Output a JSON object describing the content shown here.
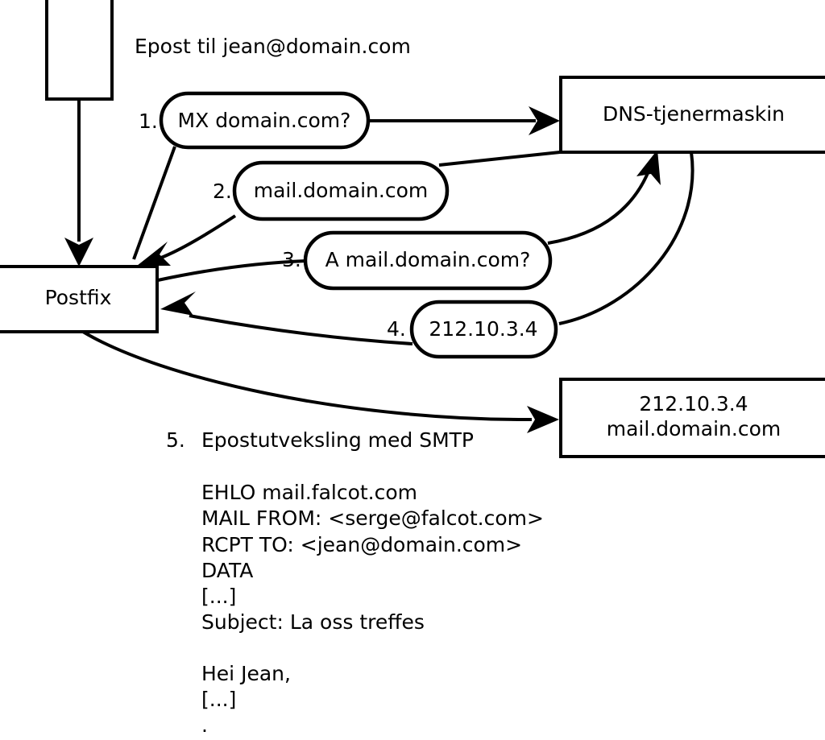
{
  "diagram": {
    "title_caption": "Epost til jean@domain.com",
    "nodes": {
      "client": {
        "label": ""
      },
      "postfix": {
        "label": "Postfix"
      },
      "dns_server": {
        "label": "DNS-tjenermaskin"
      },
      "mail_server": {
        "line1": "212.10.3.4",
        "line2": "mail.domain.com"
      }
    },
    "steps": [
      {
        "num": "1.",
        "label": "MX domain.com?"
      },
      {
        "num": "2.",
        "label": "mail.domain.com"
      },
      {
        "num": "3.",
        "label": "A mail.domain.com?"
      },
      {
        "num": "4.",
        "label": "212.10.3.4"
      }
    ],
    "step5": {
      "num": "5.",
      "label": "Epostutveksling med SMTP"
    },
    "smtp_transcript": [
      "EHLO mail.falcot.com",
      "MAIL FROM: <serge@falcot.com>",
      "RCPT TO: <jean@domain.com>",
      "DATA",
      "[...]",
      "Subject: La oss treffes",
      "",
      "Hei Jean,",
      "[...]",
      "."
    ]
  },
  "colors": {
    "stroke": "#000000",
    "fill": "#ffffff",
    "text": "#000000"
  }
}
